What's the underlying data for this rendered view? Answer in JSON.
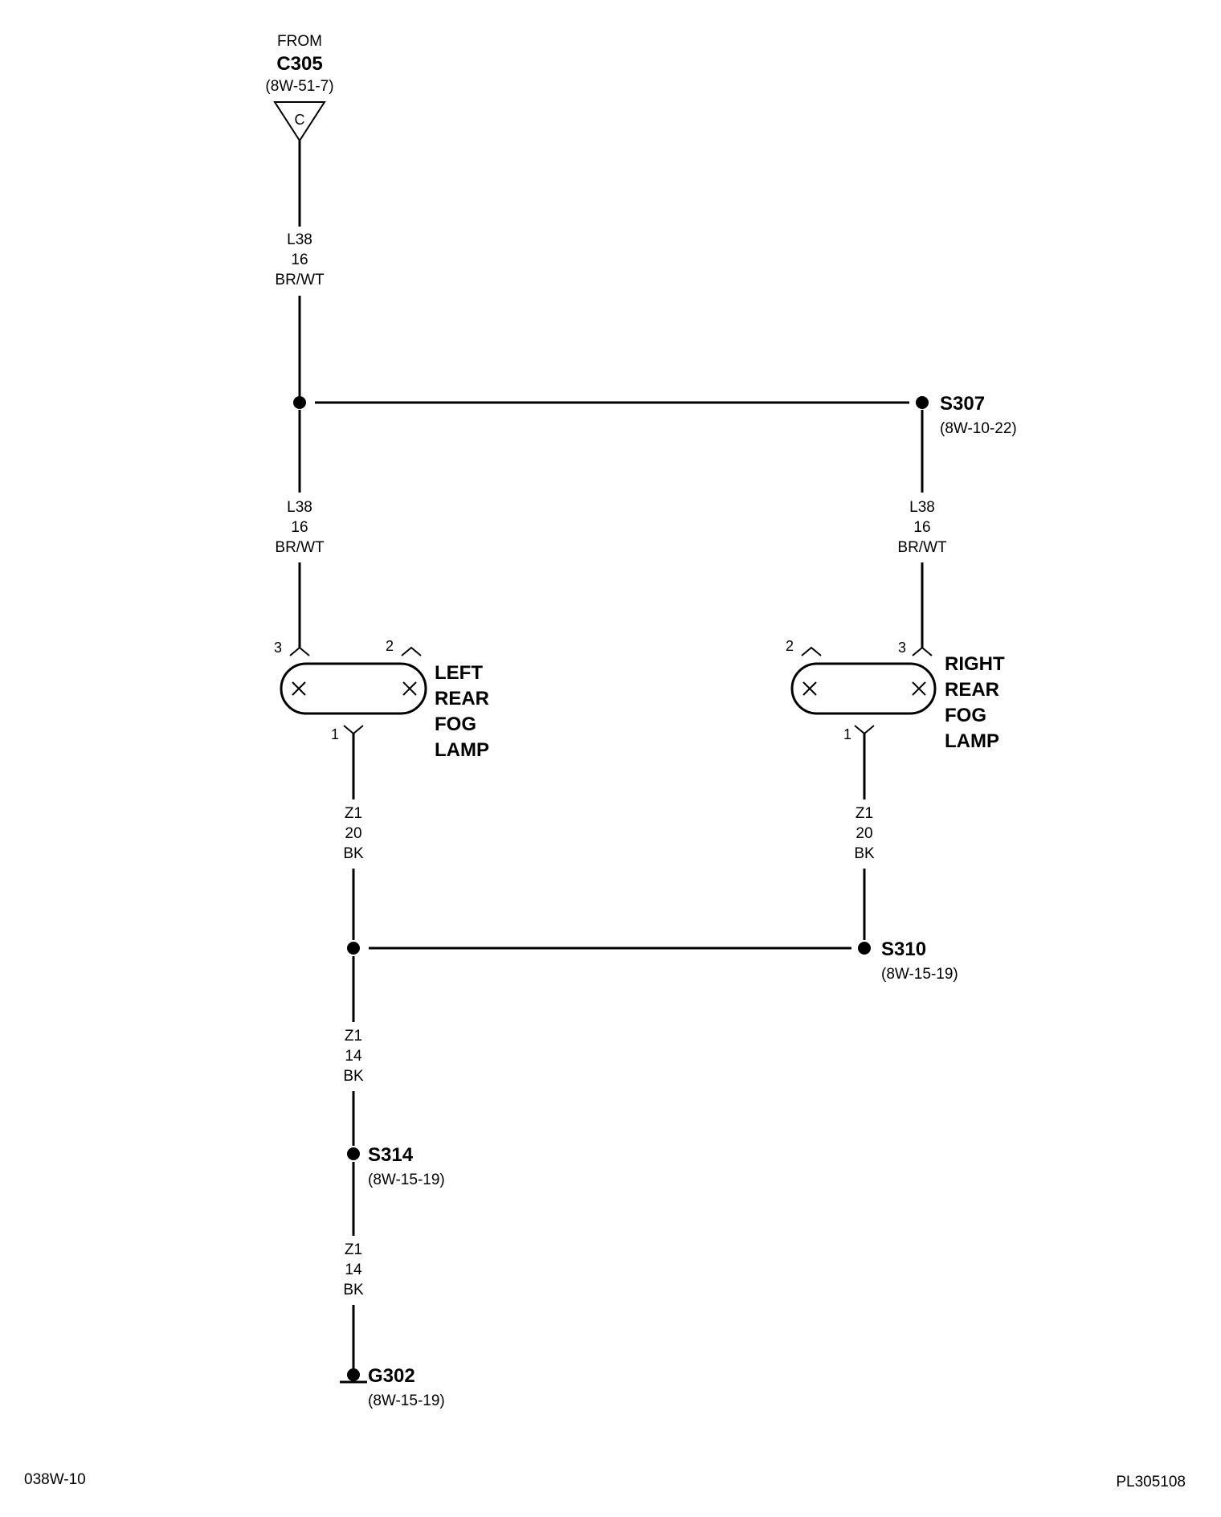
{
  "source": {
    "from": "FROM",
    "connector": "C305",
    "ref": "(8W-51-7)",
    "cavity": "C"
  },
  "wires": {
    "feed_top": {
      "circuit": "L38",
      "gauge": "16",
      "color": "BR/WT"
    },
    "feed_left": {
      "circuit": "L38",
      "gauge": "16",
      "color": "BR/WT"
    },
    "feed_right": {
      "circuit": "L38",
      "gauge": "16",
      "color": "BR/WT"
    },
    "ground_left_lamp": {
      "circuit": "Z1",
      "gauge": "20",
      "color": "BK"
    },
    "ground_right_lamp": {
      "circuit": "Z1",
      "gauge": "20",
      "color": "BK"
    },
    "ground_mid": {
      "circuit": "Z1",
      "gauge": "14",
      "color": "BK"
    },
    "ground_low": {
      "circuit": "Z1",
      "gauge": "14",
      "color": "BK"
    }
  },
  "splices": {
    "s307": {
      "name": "S307",
      "ref": "(8W-10-22)"
    },
    "s310": {
      "name": "S310",
      "ref": "(8W-15-19)"
    },
    "s314": {
      "name": "S314",
      "ref": "(8W-15-19)"
    }
  },
  "ground": {
    "name": "G302",
    "ref": "(8W-15-19)"
  },
  "lamps": {
    "left": {
      "lines": [
        "LEFT",
        "REAR",
        "FOG",
        "LAMP"
      ],
      "pin_top_left": "3",
      "pin_top_right": "2",
      "pin_bottom": "1"
    },
    "right": {
      "lines": [
        "RIGHT",
        "REAR",
        "FOG",
        "LAMP"
      ],
      "pin_top_left": "2",
      "pin_top_right": "3",
      "pin_bottom": "1"
    }
  },
  "footer": {
    "left": "038W-10",
    "right": "PL305108"
  }
}
